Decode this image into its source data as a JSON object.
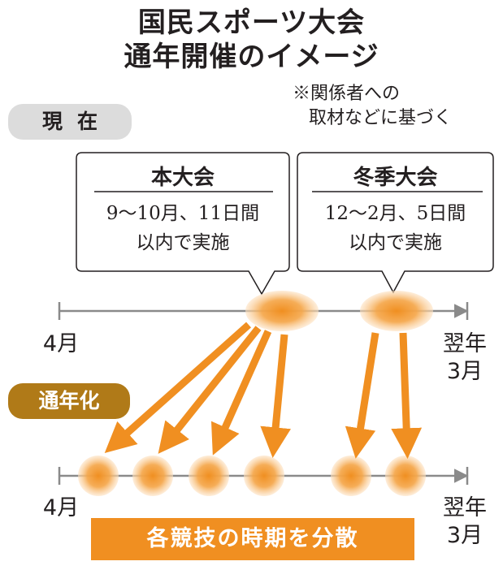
{
  "title": {
    "line1": "国民スポーツ大会",
    "line2": "通年開催のイメージ"
  },
  "source_note": {
    "line1": "※関係者への",
    "line2": "取材などに基づく"
  },
  "current": {
    "label": "現在",
    "main_event": {
      "heading": "本大会",
      "line1": "9〜10月、11日間",
      "line2": "以内で実施"
    },
    "winter_event": {
      "heading": "冬季大会",
      "line1": "12〜2月、5日間",
      "line2": "以内で実施"
    },
    "start_label": "4月",
    "end_label_line1": "翌年",
    "end_label_line2": "3月"
  },
  "year_round": {
    "label": "通年化",
    "start_label": "4月",
    "end_label_line1": "翌年",
    "end_label_line2": "3月",
    "footer": "各競技の時期を分散"
  },
  "colors": {
    "accent_orange": "#f08f21",
    "brown_pill": "#b07a18",
    "gray_pill": "#dcdcdc",
    "axis_gray": "#8a8a8a"
  }
}
